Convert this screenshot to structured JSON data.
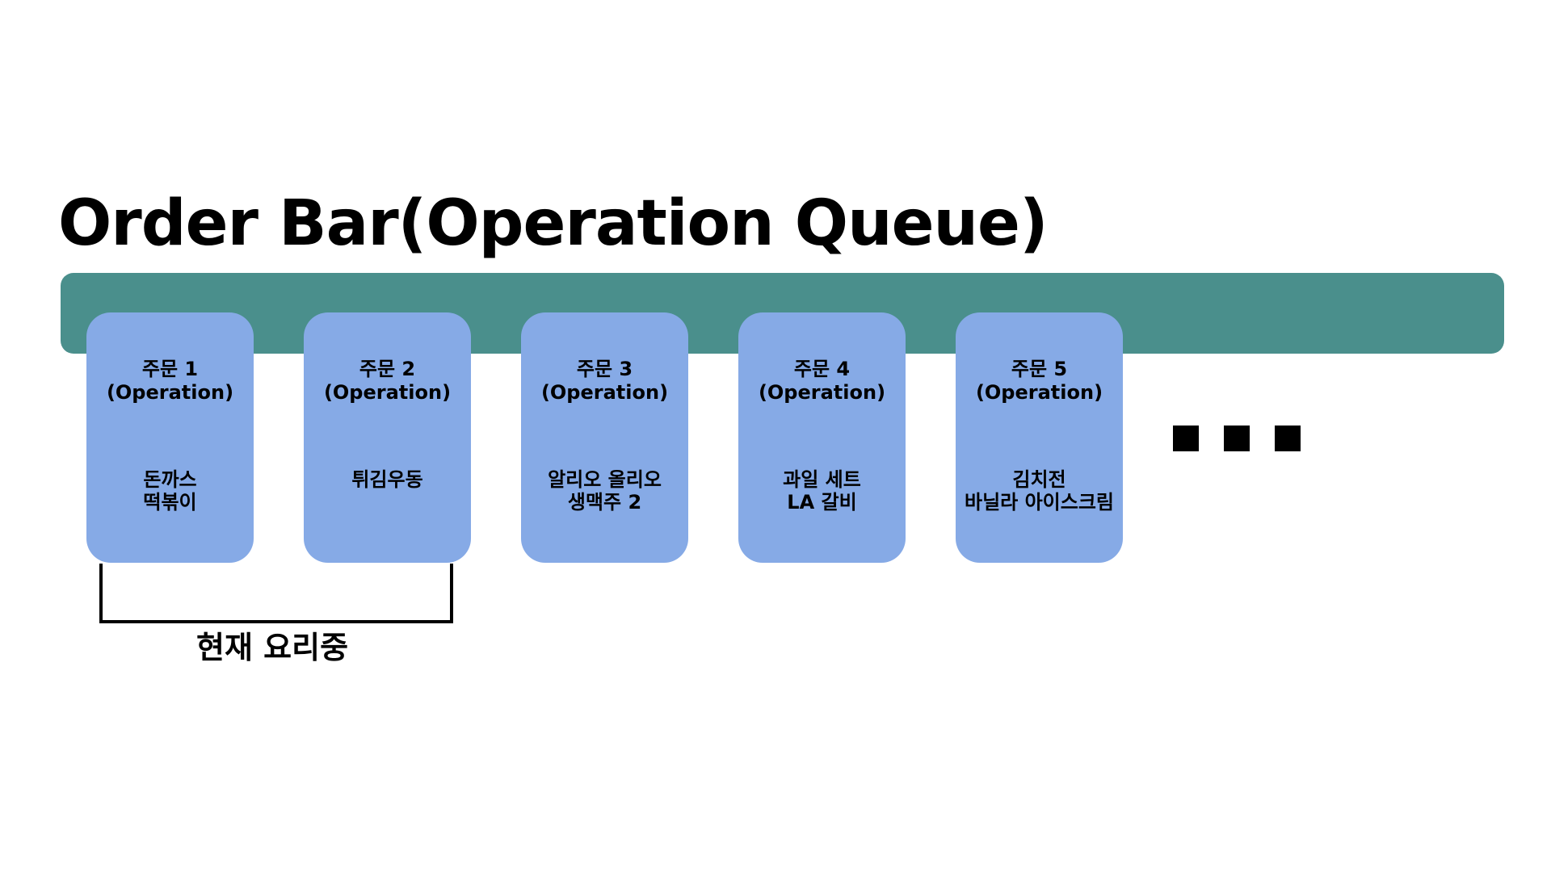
{
  "title": "Order Bar(Operation Queue)",
  "colors": {
    "bar": "#4a8f8c",
    "card": "#86aae6",
    "text": "#000000"
  },
  "orders": [
    {
      "title": "주문 1",
      "subtitle": "(Operation)",
      "items": [
        "돈까스",
        "떡볶이"
      ]
    },
    {
      "title": "주문 2",
      "subtitle": "(Operation)",
      "items": [
        "튀김우동"
      ]
    },
    {
      "title": "주문 3",
      "subtitle": "(Operation)",
      "items": [
        "알리오 올리오",
        "생맥주 2"
      ]
    },
    {
      "title": "주문 4",
      "subtitle": "(Operation)",
      "items": [
        "과일 세트",
        "LA 갈비"
      ]
    },
    {
      "title": "주문 5",
      "subtitle": "(Operation)",
      "items": [
        "김치전",
        "바닐라 아이스크림"
      ]
    }
  ],
  "bracket_label": "현재 요리중",
  "ellipsis_icon": "three-square-dots"
}
